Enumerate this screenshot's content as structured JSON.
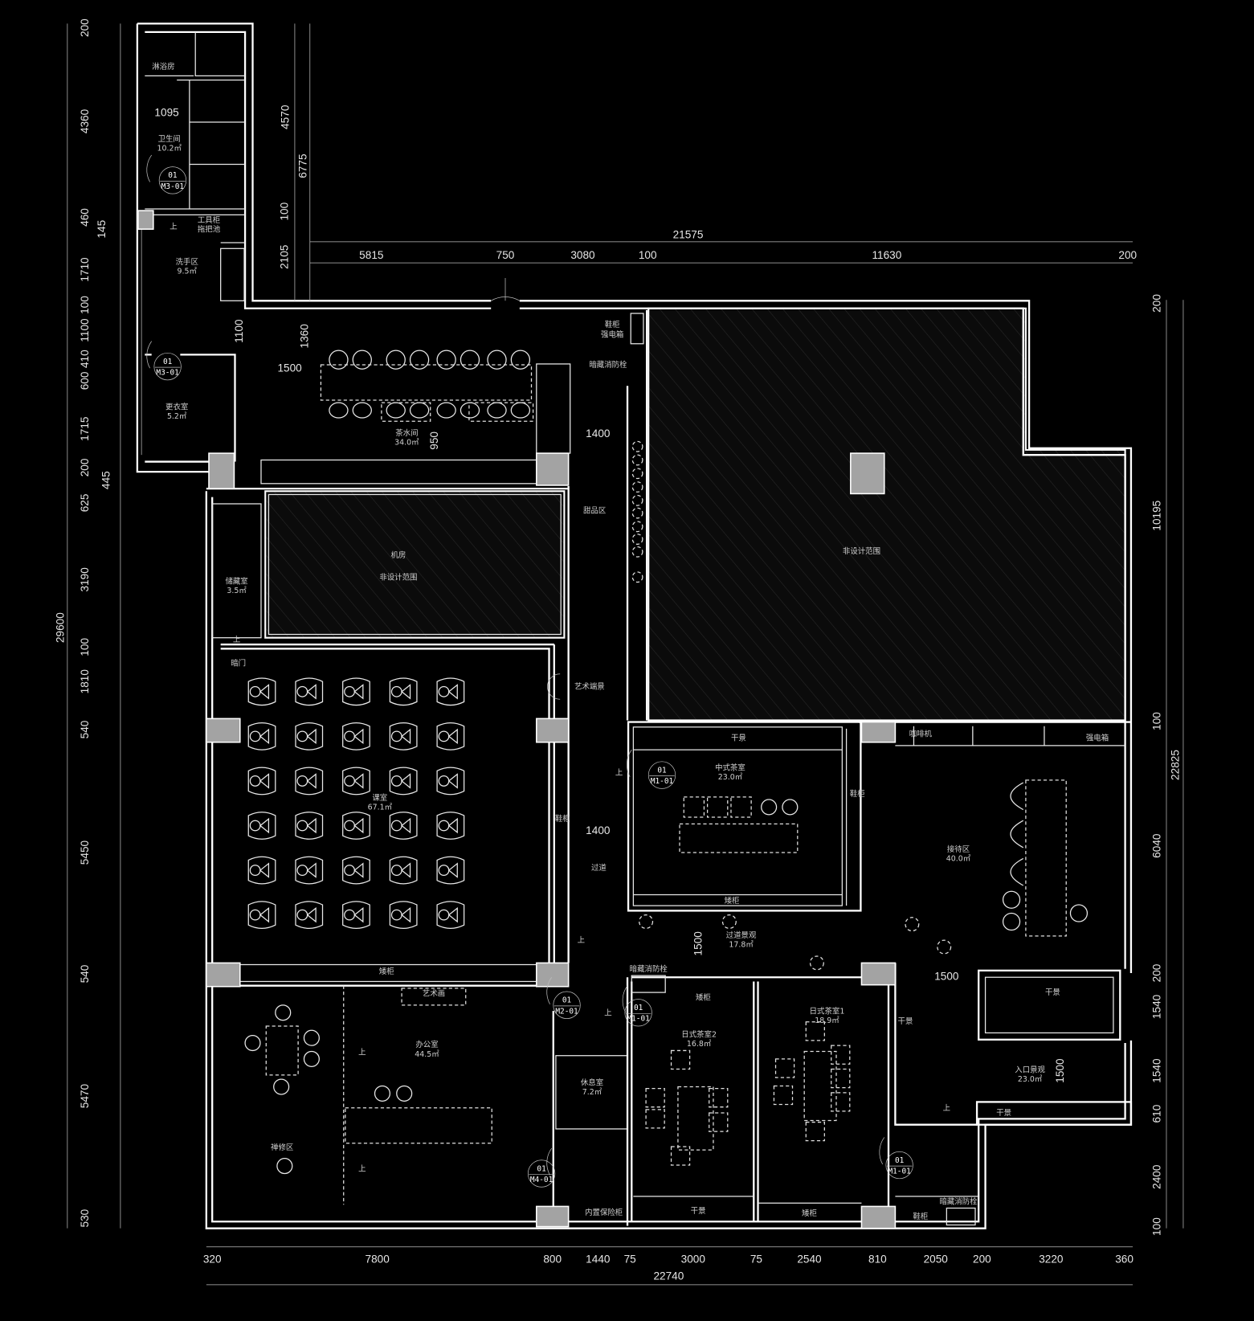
{
  "rooms": [
    {
      "name": "淋浴房",
      "area": null
    },
    {
      "name": "卫生间",
      "area": "10.2㎡"
    },
    {
      "name": "洗手区",
      "area": "9.5㎡"
    },
    {
      "name": "更衣室",
      "area": "5.2㎡"
    },
    {
      "name": "茶水间",
      "area": "34.0㎡"
    },
    {
      "name": "甜品区",
      "area": null
    },
    {
      "name": "机房",
      "area": null
    },
    {
      "name": "储藏室",
      "area": "3.5㎡"
    },
    {
      "name": "课室",
      "area": "67.1㎡"
    },
    {
      "name": "过道",
      "area": null
    },
    {
      "name": "中式茶室",
      "area": "23.0㎡"
    },
    {
      "name": "接待区",
      "area": "40.0㎡"
    },
    {
      "name": "过道景观",
      "area": "17.8㎡"
    },
    {
      "name": "日式茶室1",
      "area": "18.9㎡"
    },
    {
      "name": "日式茶室2",
      "area": "16.8㎡"
    },
    {
      "name": "办公室",
      "area": "44.5㎡"
    },
    {
      "name": "休息室",
      "area": "7.2㎡"
    },
    {
      "name": "入口景观",
      "area": "23.0㎡"
    },
    {
      "name": "禅修区",
      "area": null
    }
  ],
  "fixtures": [
    "工具柜",
    "拖把池",
    "鞋柜",
    "强电箱",
    "暗藏消防栓",
    "非设计范围",
    "非设计范围",
    "暗门",
    "艺术端景",
    "鞋柜",
    "干景",
    "鞋柜",
    "矮柜",
    "咖啡机",
    "强电箱",
    "暗藏消防栓",
    "矮柜",
    "艺术画",
    "矮柜",
    "干景",
    "干景",
    "干景",
    "内置保险柜",
    "干景",
    "矮柜",
    "鞋柜",
    "暗藏消防栓",
    "上",
    "上",
    "上",
    "上",
    "上",
    "上",
    "上",
    "上"
  ],
  "door_tags": [
    {
      "num": "01",
      "code": "M3-01"
    },
    {
      "num": "01",
      "code": "M3-01"
    },
    {
      "num": "01",
      "code": "M1-01"
    },
    {
      "num": "01",
      "code": "M2-01"
    },
    {
      "num": "01",
      "code": "M1-01"
    },
    {
      "num": "01",
      "code": "M1-01"
    },
    {
      "num": "01",
      "code": "M4-01"
    }
  ],
  "dimensions": {
    "top_total": "21575",
    "top": [
      "5815",
      "750",
      "3080",
      "100",
      "11630",
      "200"
    ],
    "left_total": "29600",
    "left": [
      "200",
      "4360",
      "460",
      "145",
      "1710",
      "100",
      "1100",
      "410",
      "600",
      "1715",
      "200",
      "445",
      "625",
      "3190",
      "100",
      "1810",
      "540",
      "5450",
      "540",
      "5470",
      "530"
    ],
    "right_total": "22825",
    "right": [
      "200",
      "10195",
      "100",
      "6040",
      "200",
      "1540",
      "1540",
      "610",
      "2400",
      "100"
    ],
    "bottom_total": "22740",
    "bottom": [
      "320",
      "7800",
      "800",
      "1440",
      "75",
      "3000",
      "75",
      "2540",
      "810",
      "2050",
      "200",
      "3220",
      "360"
    ],
    "interior": [
      "4570",
      "6775",
      "100",
      "2105",
      "1095",
      "1100",
      "1360",
      "1500",
      "950",
      "1400",
      "1400",
      "1500",
      "1500",
      "1500"
    ]
  }
}
